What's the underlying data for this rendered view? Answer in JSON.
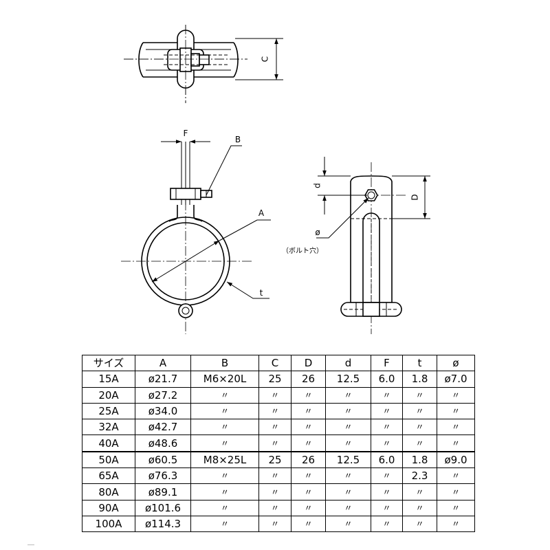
{
  "drawing": {
    "labels": {
      "C": "C",
      "F": "F",
      "B": "B",
      "A": "A",
      "t": "t",
      "d": "d",
      "D": "D",
      "phi": "ø",
      "bolt_hole": "（ボルト穴）"
    }
  },
  "table": {
    "headers": [
      "サイズ",
      "A",
      "B",
      "C",
      "D",
      "d",
      "F",
      "t",
      "ø"
    ],
    "rows": [
      [
        "15A",
        "ø21.7",
        "M6×20L",
        "25",
        "26",
        "12.5",
        "6.0",
        "1.8",
        "ø7.0"
      ],
      [
        "20A",
        "ø27.2",
        "〃",
        "〃",
        "〃",
        "〃",
        "〃",
        "〃",
        "〃"
      ],
      [
        "25A",
        "ø34.0",
        "〃",
        "〃",
        "〃",
        "〃",
        "〃",
        "〃",
        "〃"
      ],
      [
        "32A",
        "ø42.7",
        "〃",
        "〃",
        "〃",
        "〃",
        "〃",
        "〃",
        "〃"
      ],
      [
        "40A",
        "ø48.6",
        "〃",
        "〃",
        "〃",
        "〃",
        "〃",
        "〃",
        "〃"
      ],
      [
        "50A",
        "ø60.5",
        "M8×25L",
        "25",
        "26",
        "12.5",
        "6.0",
        "1.8",
        "ø9.0"
      ],
      [
        "65A",
        "ø76.3",
        "〃",
        "〃",
        "〃",
        "〃",
        "〃",
        "2.3",
        "〃"
      ],
      [
        "80A",
        "ø89.1",
        "〃",
        "〃",
        "〃",
        "〃",
        "〃",
        "〃",
        "〃"
      ],
      [
        "90A",
        "ø101.6",
        "〃",
        "〃",
        "〃",
        "〃",
        "〃",
        "〃",
        "〃"
      ],
      [
        "100A",
        "ø114.3",
        "〃",
        "〃",
        "〃",
        "〃",
        "〃",
        "〃",
        "〃"
      ]
    ]
  }
}
